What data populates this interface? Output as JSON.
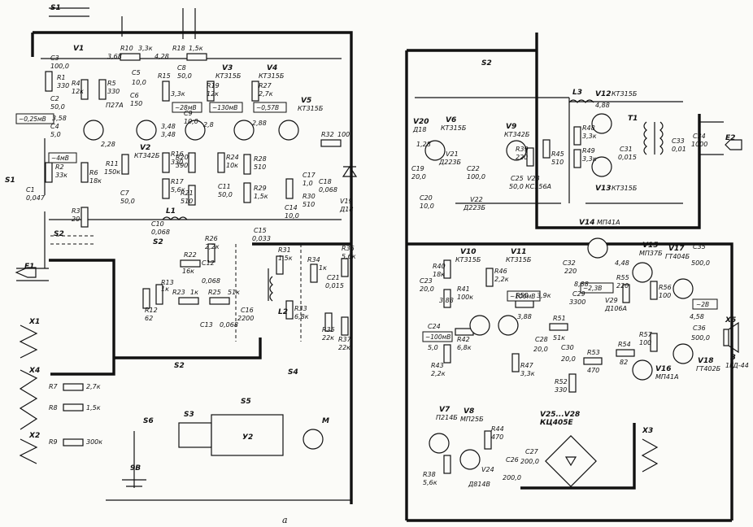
{
  "figure_label": "а",
  "left": {
    "transistors": [
      {
        "id": "V1",
        "type": "П27А"
      },
      {
        "id": "V2",
        "type": "КТ342Б"
      },
      {
        "id": "V3",
        "type": "КТ315Б"
      },
      {
        "id": "V4",
        "type": "КТ315Б"
      },
      {
        "id": "V5",
        "type": "КТ315Б"
      }
    ],
    "resistors_top": [
      {
        "id": "R1",
        "value": "330"
      },
      {
        "id": "R2",
        "value": "33к"
      },
      {
        "id": "R3",
        "value": "20"
      },
      {
        "id": "R4",
        "value": "12к"
      },
      {
        "id": "R5",
        "value": "330"
      },
      {
        "id": "R6",
        "value": "18к"
      },
      {
        "id": "R10",
        "value": "3,3к"
      },
      {
        "id": "R11",
        "value": "150к"
      },
      {
        "id": "R15",
        "value": "3,3к"
      },
      {
        "id": "R16",
        "value": "330"
      },
      {
        "id": "R17",
        "value": "5,6к"
      },
      {
        "id": "R18",
        "value": "1,5к"
      },
      {
        "id": "R19",
        "value": "12к"
      },
      {
        "id": "R20",
        "value": "390"
      },
      {
        "id": "R21",
        "value": "510"
      },
      {
        "id": "R24",
        "value": "10к"
      },
      {
        "id": "R27",
        "value": "2,7к"
      },
      {
        "id": "R28",
        "value": "510"
      },
      {
        "id": "R29",
        "value": "1,5к"
      },
      {
        "id": "R30",
        "value": "510"
      },
      {
        "id": "R32",
        "value": "100"
      }
    ],
    "resistors_bottom": [
      {
        "id": "R12",
        "value": "62"
      },
      {
        "id": "R13",
        "value": "1к"
      },
      {
        "id": "R22",
        "value": "16к"
      },
      {
        "id": "R23",
        "value": "1к"
      },
      {
        "id": "R25",
        "value": "51к"
      },
      {
        "id": "R26",
        "value": "2,2к"
      },
      {
        "id": "R31",
        "value": "1,5к"
      },
      {
        "id": "R33",
        "value": "6,8к"
      },
      {
        "id": "R34",
        "value": "1к"
      },
      {
        "id": "R35",
        "value": "22к"
      },
      {
        "id": "R36",
        "value": "5,6к"
      },
      {
        "id": "R37",
        "value": "22к"
      },
      {
        "id": "R7",
        "value": "2,7к"
      },
      {
        "id": "R8",
        "value": "1,5к"
      },
      {
        "id": "R9",
        "value": "300к"
      }
    ],
    "capacitors": [
      {
        "id": "C1",
        "value": "0,047"
      },
      {
        "id": "C2",
        "value": "50,0"
      },
      {
        "id": "C3",
        "value": "100,0"
      },
      {
        "id": "C4",
        "value": "5,0"
      },
      {
        "id": "C5",
        "value": "10,0"
      },
      {
        "id": "C6",
        "value": "150"
      },
      {
        "id": "C7",
        "value": "50,0"
      },
      {
        "id": "C8",
        "value": "50,0"
      },
      {
        "id": "C9",
        "value": "10,0"
      },
      {
        "id": "C10",
        "value": "0,068"
      },
      {
        "id": "C11",
        "value": "50,0"
      },
      {
        "id": "C12",
        "value": "0,068"
      },
      {
        "id": "C13",
        "value": "0,068"
      },
      {
        "id": "C14",
        "value": "10,0"
      },
      {
        "id": "C15",
        "value": "0,033"
      },
      {
        "id": "C16",
        "value": "2200"
      },
      {
        "id": "C17",
        "value": "1,0"
      },
      {
        "id": "C18",
        "value": "0,068"
      },
      {
        "id": "C21",
        "value": "0,015"
      }
    ],
    "voltages": [
      "3,68",
      "4,28",
      "3,48",
      "2,28",
      "3,58",
      "2,8",
      "2,88",
      "3,48"
    ],
    "readings": [
      "~0,25мВ",
      "~4мВ",
      "~28мВ",
      "~130мВ",
      "~0,57В"
    ],
    "diode": {
      "id": "V19",
      "type": "Д18"
    },
    "inductors": [
      "L1",
      "L2"
    ],
    "switches": [
      "S1",
      "S2",
      "S3",
      "S4",
      "S5",
      "S6"
    ],
    "connectors": [
      "X1",
      "X2",
      "X4",
      "E1"
    ],
    "battery": "9В",
    "motor": "M",
    "regulator": "У2"
  },
  "right": {
    "transistors": [
      {
        "id": "V6",
        "type": "КТ315Б"
      },
      {
        "id": "V9",
        "type": "КТ342Б"
      },
      {
        "id": "V10",
        "type": "КТ315Б"
      },
      {
        "id": "V11",
        "type": "КТ315Б"
      },
      {
        "id": "V12",
        "type": "КТ315Б"
      },
      {
        "id": "V13",
        "type": "КТ315Б"
      },
      {
        "id": "V14",
        "type": "МП41А"
      },
      {
        "id": "V15",
        "type": "МП37Б"
      },
      {
        "id": "V16",
        "type": "МП41А"
      },
      {
        "id": "V17",
        "type": "ГТ404Б"
      },
      {
        "id": "V18",
        "type": "ГТ402Б"
      },
      {
        "id": "V7",
        "type": "П214Б"
      },
      {
        "id": "V8",
        "type": "МП25Б"
      }
    ],
    "diodes": [
      {
        "id": "V20",
        "type": "Д18"
      },
      {
        "id": "V21",
        "type": "Д223Б"
      },
      {
        "id": "V22",
        "type": "Д223Б"
      },
      {
        "id": "V23",
        "type": "КС156А"
      },
      {
        "id": "V29",
        "type": "Д106А"
      },
      {
        "id": "V24",
        "type": "Д814В"
      },
      {
        "id": "V25...V28",
        "type": "КЦ405Е"
      }
    ],
    "resistors": [
      {
        "id": "R38",
        "value": "5,6к"
      },
      {
        "id": "R39",
        "value": "220"
      },
      {
        "id": "R40",
        "value": "18к"
      },
      {
        "id": "R41",
        "value": "100к"
      },
      {
        "id": "R42",
        "value": "6,8к"
      },
      {
        "id": "R43",
        "value": "2,2к"
      },
      {
        "id": "R44",
        "value": "470"
      },
      {
        "id": "R45",
        "value": "510"
      },
      {
        "id": "R46",
        "value": "2,2к"
      },
      {
        "id": "R47",
        "value": "3,3к"
      },
      {
        "id": "R48",
        "value": "3,3к"
      },
      {
        "id": "R49",
        "value": "3,3к"
      },
      {
        "id": "R50",
        "value": "3,9к"
      },
      {
        "id": "R51",
        "value": "51к"
      },
      {
        "id": "R52",
        "value": "330"
      },
      {
        "id": "R53",
        "value": "470"
      },
      {
        "id": "R54",
        "value": "82"
      },
      {
        "id": "R55",
        "value": "220"
      },
      {
        "id": "R56",
        "value": "100"
      },
      {
        "id": "R57",
        "value": "100"
      }
    ],
    "capacitors": [
      {
        "id": "C19",
        "value": "20,0"
      },
      {
        "id": "C20",
        "value": "10,0"
      },
      {
        "id": "C22",
        "value": "100,0"
      },
      {
        "id": "C23",
        "value": "20,0"
      },
      {
        "id": "C24",
        "value": "5,0"
      },
      {
        "id": "C25",
        "value": "50,0"
      },
      {
        "id": "C26",
        "value": "200,0"
      },
      {
        "id": "C27",
        "value": "200,0"
      },
      {
        "id": "C28",
        "value": "20,0"
      },
      {
        "id": "C29",
        "value": "3300"
      },
      {
        "id": "C30",
        "value": "20,0"
      },
      {
        "id": "C31",
        "value": "0,015"
      },
      {
        "id": "C32",
        "value": "220"
      },
      {
        "id": "C33",
        "value": "0,01"
      },
      {
        "id": "C34",
        "value": "1000"
      },
      {
        "id": "C35",
        "value": "500,0"
      },
      {
        "id": "C36",
        "value": "500,0"
      }
    ],
    "voltages": [
      "1,28",
      "4,88",
      "3,88",
      "3,88",
      "4,48",
      "8,88",
      "4,58"
    ],
    "readings": [
      "~100мВ",
      "~100мВ",
      "~2,3В",
      "~2В"
    ],
    "transformer": "T1",
    "inductor": "L3",
    "speaker": {
      "id": "B",
      "type": "1ГД-44"
    },
    "connectors": [
      "X3",
      "X5",
      "E2"
    ],
    "switch": "S2"
  }
}
